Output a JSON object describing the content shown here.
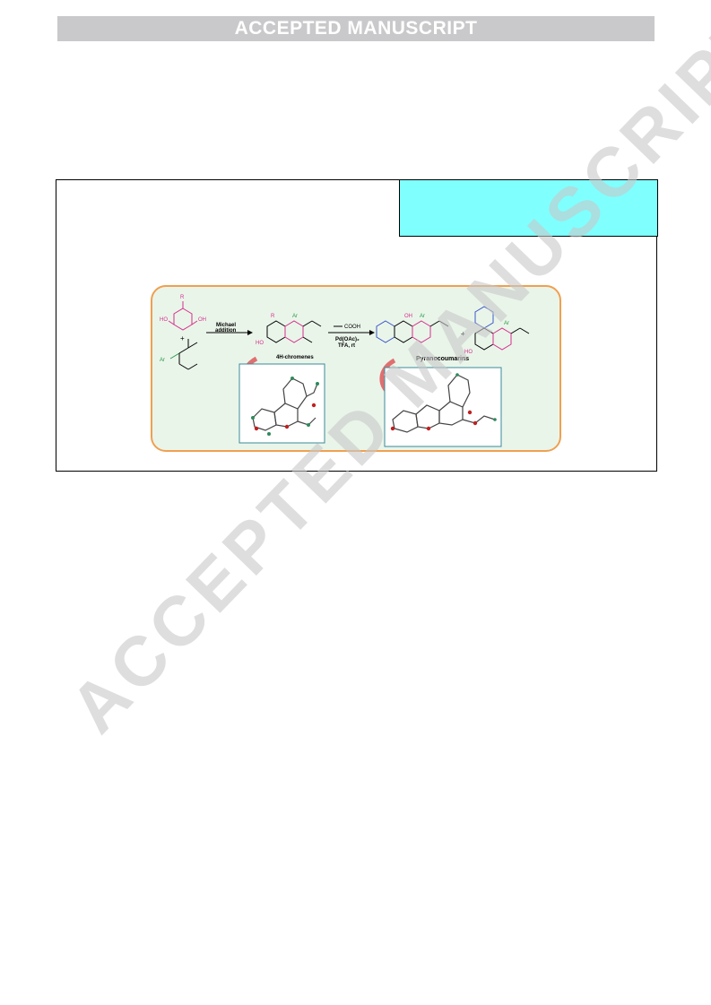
{
  "header": {
    "banner_text": "ACCEPTED MANUSCRIPT"
  },
  "watermark": {
    "text": "ACCEPTED MANUSCRIPT",
    "color": "#c8c8c8"
  },
  "graphical_abstract": {
    "border_color": "#f0a050",
    "fill_color": "#eaf5ea",
    "reaction": {
      "r_label": "R",
      "ho_left": "HO",
      "oh_right": "OH",
      "plus1": "+",
      "ar_label": "Ar",
      "step1": {
        "line1": "Michael",
        "line2": "addition"
      },
      "product1": {
        "r": "R",
        "ar": "Ar",
        "ho": "HO"
      },
      "step2": {
        "reagent": "COOH",
        "cond1": "Pd(OAc)₂",
        "cond2": "TFA, rt"
      },
      "product2": {
        "oh": "OH",
        "ar": "Ar"
      },
      "plus2": "+",
      "product3": {
        "ar": "Ar",
        "ho": "HO"
      }
    },
    "crystal1_label": "4H-chromenes",
    "crystal2_label": "Pyranocoumarins"
  }
}
